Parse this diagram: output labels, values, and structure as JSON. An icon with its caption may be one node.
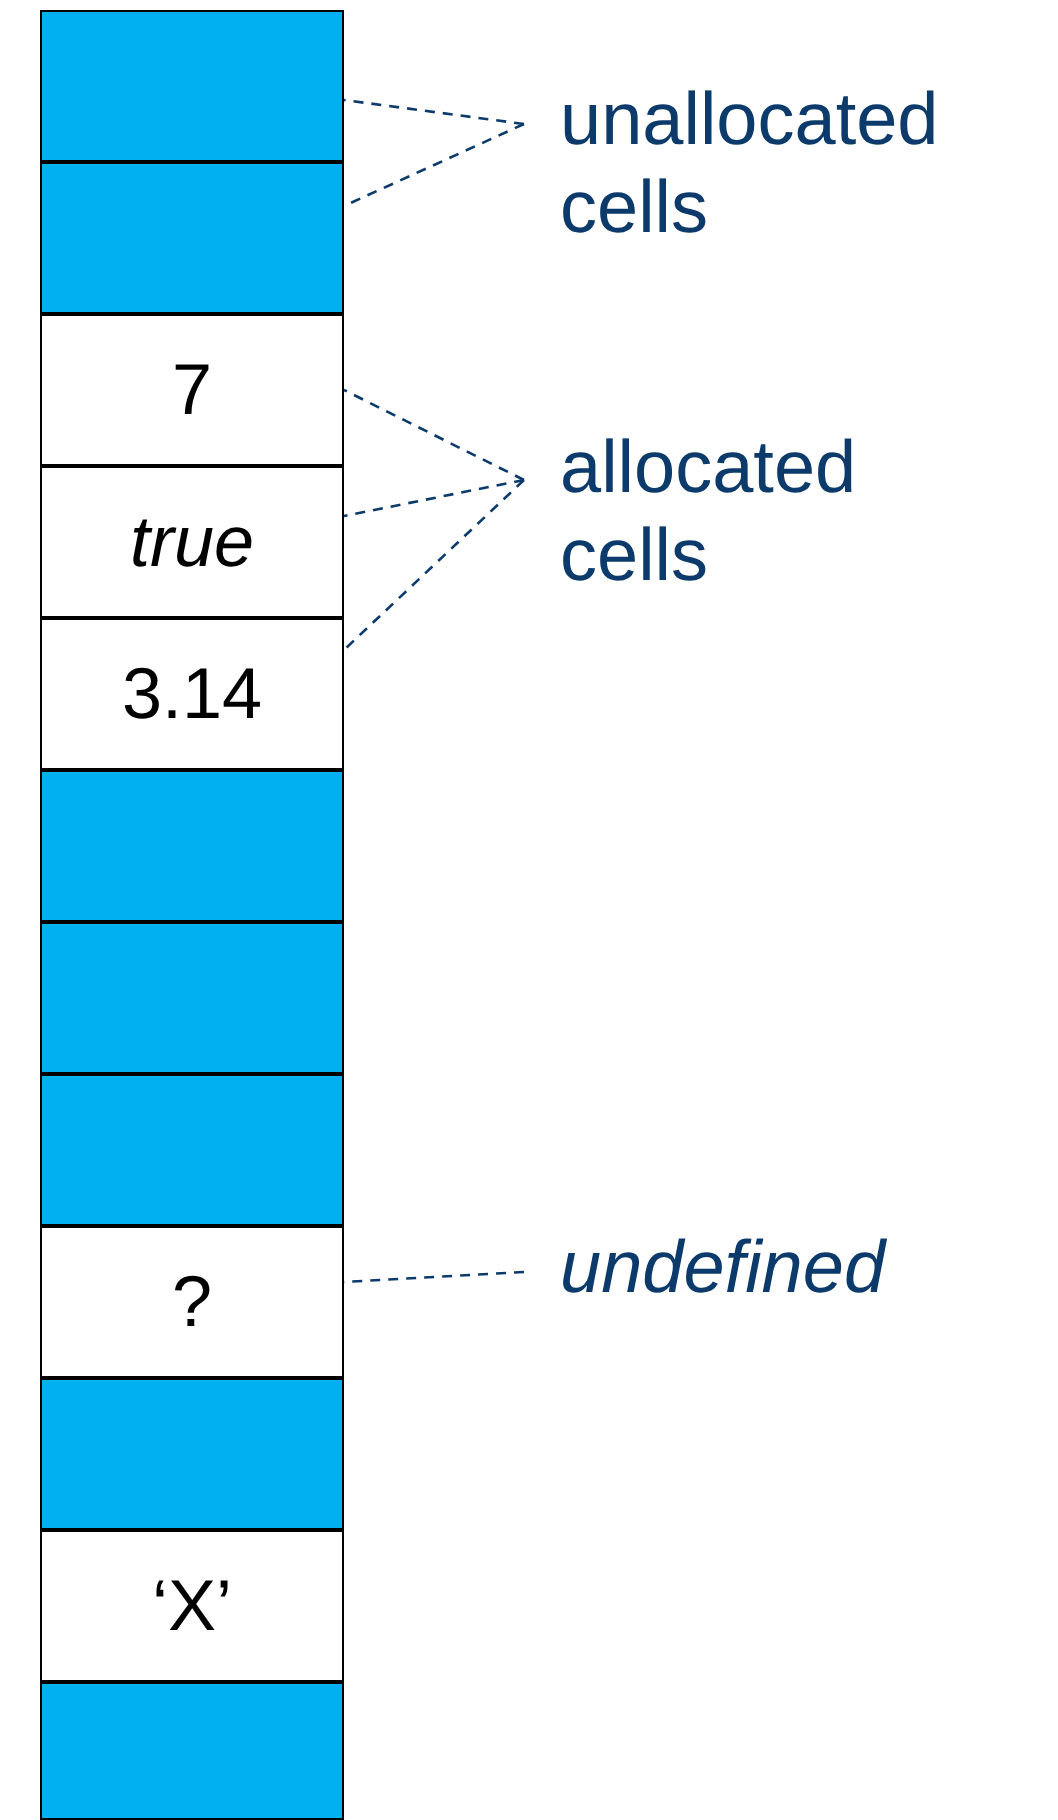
{
  "diagram": {
    "nodes": [
      {
        "text": [],
        "shape": "box"
      },
      {
        "text": [],
        "shape": "box"
      },
      {
        "text": [
          "7"
        ]
      },
      {
        "text": [
          "true"
        ]
      },
      {
        "text": [
          "3.14"
        ]
      },
      {
        "text": [],
        "shape": "box"
      },
      {
        "text": [],
        "shape": "box"
      },
      {
        "text": [],
        "shape": "box"
      },
      {
        "text": [
          "?"
        ]
      },
      {
        "text": [],
        "shape": "box"
      },
      {
        "text": [
          "‘X’"
        ]
      },
      {
        "text": [],
        "shape": "box"
      },
      {
        "text": [
          "unallocated cells"
        ]
      },
      {
        "text": [
          "allocated cells"
        ]
      },
      {
        "text": [
          "undefined"
        ]
      }
    ],
    "edges": [
      {
        "from": 12,
        "to": 0,
        "arrow": "none",
        "style": "dashed"
      },
      {
        "from": 12,
        "to": 1,
        "arrow": "none",
        "style": "dashed"
      },
      {
        "from": 13,
        "to": 2,
        "arrow": "none",
        "style": "dashed"
      },
      {
        "from": 13,
        "to": 3,
        "arrow": "none",
        "style": "dashed"
      },
      {
        "from": 13,
        "to": 4,
        "arrow": "none",
        "style": "dashed"
      },
      {
        "from": 14,
        "to": 8,
        "arrow": "none",
        "style": "dashed"
      }
    ]
  }
}
